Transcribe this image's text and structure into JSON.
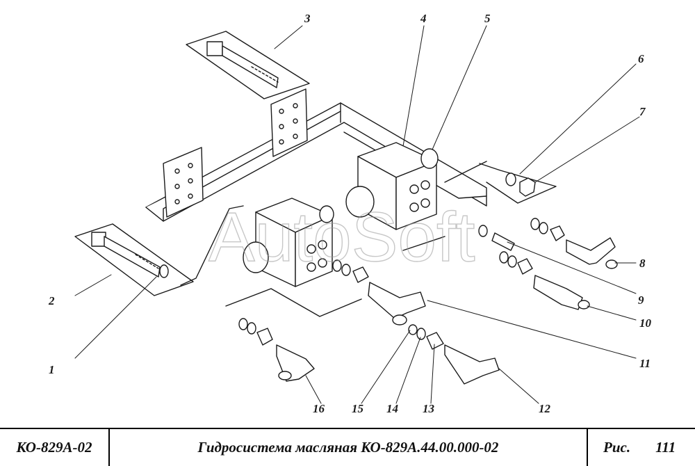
{
  "watermark": "AutoSoft",
  "callouts": [
    "1",
    "2",
    "3",
    "4",
    "5",
    "6",
    "7",
    "8",
    "9",
    "10",
    "11",
    "12",
    "13",
    "14",
    "15",
    "16"
  ],
  "title_block": {
    "code": "КО-829А-02",
    "title": "Гидросистема масляная КО-829А.44.00.000-02",
    "fig_label": "Рис.",
    "fig_number": "111"
  },
  "colors": {
    "ink": "#1a1a1a",
    "paper": "#ffffff",
    "watermark": "#9a9a9a"
  }
}
